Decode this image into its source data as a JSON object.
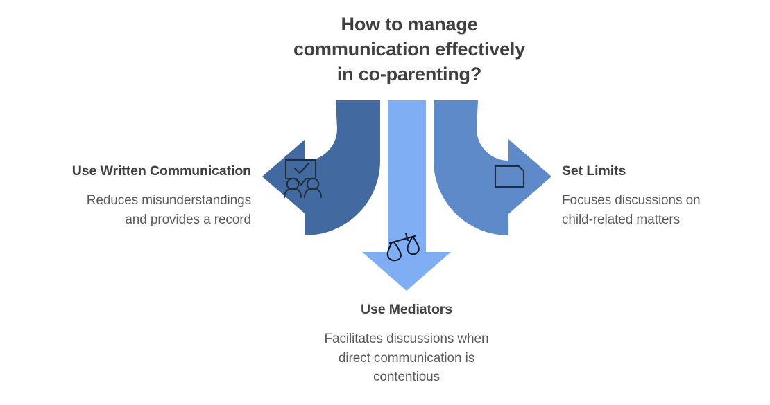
{
  "title": {
    "lines": [
      "How to manage",
      "communication effectively",
      "in co-parenting?"
    ],
    "color": "#404040"
  },
  "colors": {
    "background": "#ffffff",
    "arrow_left": "#4269a0",
    "arrow_center": "#80aef5",
    "arrow_right": "#5e8ac9",
    "heading_text": "#404040",
    "description_text": "#5a5a5a",
    "icon_stroke": "#1f2d3d"
  },
  "branches": [
    {
      "id": "written-communication",
      "heading": "Use Written Communication",
      "description_lines": [
        "Reduces misunderstandings",
        "and provides a record"
      ],
      "direction": "left",
      "arrow_color": "#4269a0",
      "icon": "speech-bubble-check-people-icon"
    },
    {
      "id": "use-mediators",
      "heading": "Use Mediators",
      "description_lines": [
        "Facilitates discussions when",
        "direct communication is",
        "contentious"
      ],
      "direction": "down",
      "arrow_color": "#80aef5",
      "icon": "balance-scales-icon"
    },
    {
      "id": "set-limits",
      "heading": "Set Limits",
      "description_lines": [
        "Focuses discussions on",
        "child-related matters"
      ],
      "direction": "right",
      "arrow_color": "#5e8ac9",
      "icon": "boundary-box-icon"
    }
  ]
}
